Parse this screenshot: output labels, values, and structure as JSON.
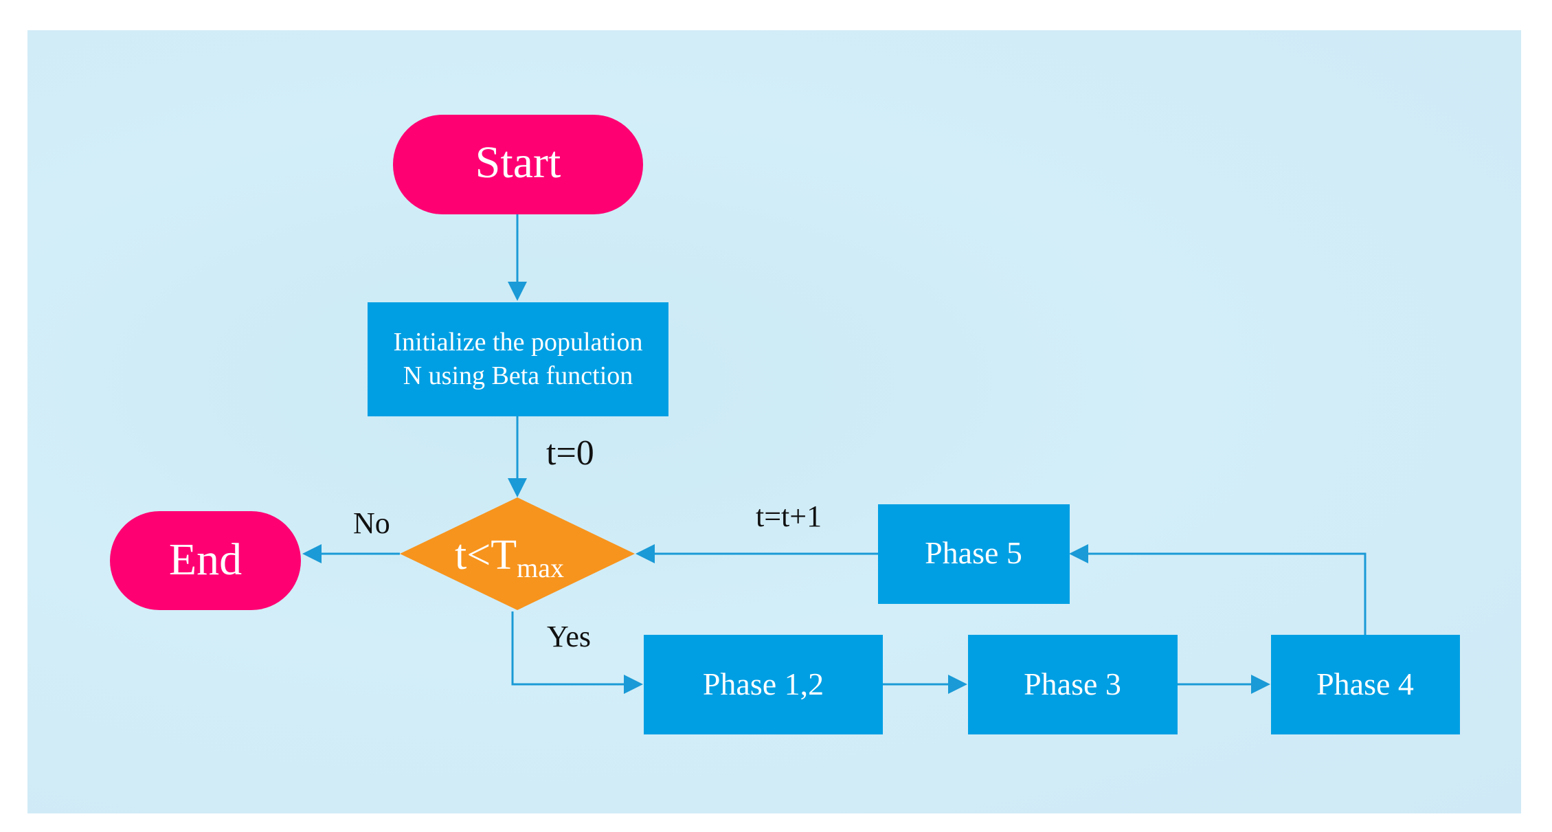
{
  "nodes": {
    "start": "Start",
    "init_line1": "Initialize the population",
    "init_line2": "N using Beta function",
    "decision_main": "t<T",
    "decision_sub": "max",
    "end": "End",
    "phase12": "Phase 1,2",
    "phase3": "Phase 3",
    "phase4": "Phase 4",
    "phase5": "Phase 5"
  },
  "edge_labels": {
    "init_counter": "t=0",
    "no": "No",
    "yes": "Yes",
    "increment": "t=t+1"
  },
  "colors": {
    "terminal": "#ff0073",
    "process": "#009fe3",
    "decision": "#f7941d",
    "edge": "#1a9ad6",
    "background": "#cfeaf6"
  }
}
